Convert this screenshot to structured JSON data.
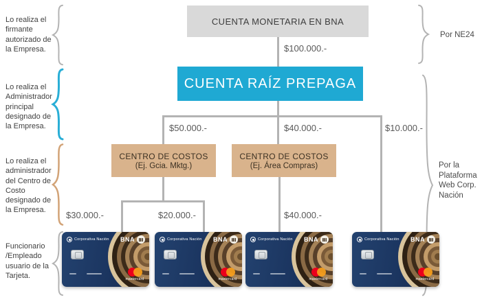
{
  "boxes": {
    "monetary_account": "CUENTA MONETARIA EN BNA",
    "prepaid_root": "CUENTA RAÍZ PREPAGA",
    "cost_center_1": {
      "title": "CENTRO DE COSTOS",
      "subtitle": "(Ej. Gcia. Mktg.)"
    },
    "cost_center_2": {
      "title": "CENTRO DE COSTOS",
      "subtitle": "(Ej. Área Compras)"
    }
  },
  "amounts": {
    "root": "$100.000.-",
    "branch_left": "$50.000.-",
    "branch_mid": "$40.000.-",
    "branch_right": "$10.000.-",
    "card_1": "$30.000.-",
    "card_2": "$20.000.-",
    "card_3": "$40.000.-"
  },
  "left_annotations": [
    {
      "text": "Lo realiza el firmante autorizado de la Empresa.",
      "brace_color": "#b3b3b3"
    },
    {
      "text": "Lo realiza el Administrador principal designado de la Empresa.",
      "brace_color": "#29aed6"
    },
    {
      "text": "Lo realiza el administrador del Centro de Costo designado de la Empresa.",
      "brace_color": "#d2a377"
    },
    {
      "text": "Funcionario /Empleado usuario de la Tarjeta.",
      "brace_color": "#b3b3b3"
    }
  ],
  "right_annotations": [
    {
      "text": "Por NE24"
    },
    {
      "text": "Por la Plataforma Web Corp. Nación"
    }
  ],
  "card": {
    "issuer": "Corporativa Nación",
    "bank": "BNA",
    "network": "mastercard"
  },
  "colors": {
    "accent_cyan": "#1fa9d3",
    "tan": "#d9b38c",
    "box_gray": "#d9d9d9",
    "line_gray": "#b3b3b3",
    "card_navy": "#1d3863",
    "mastercard_red": "#eb001b",
    "mastercard_orange": "#f79e1b"
  }
}
